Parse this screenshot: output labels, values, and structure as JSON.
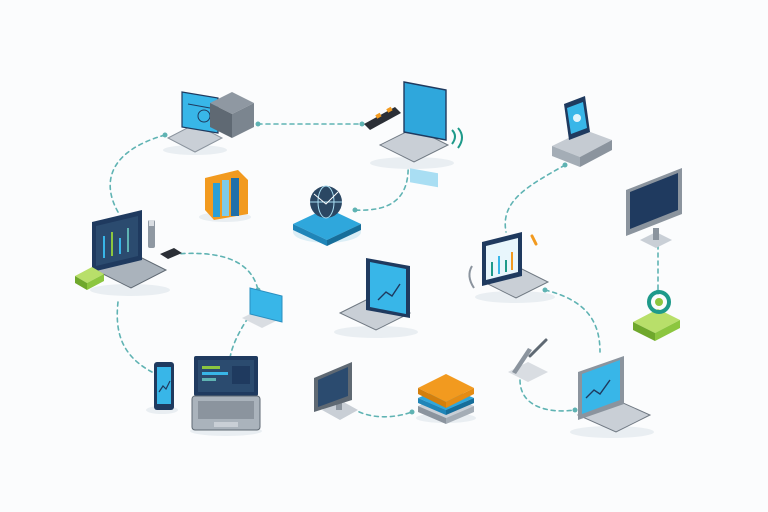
{
  "colors": {
    "background": "#fbfcfd",
    "connector": "#5fb3b3",
    "screen_cyan": "#38b6e8",
    "screen_dark": "#1f3a5f",
    "body_gray": "#9aa3ad",
    "body_dark": "#55606b",
    "body_light": "#d9dde2",
    "accent_orange": "#f29a1f",
    "accent_green": "#8cc63f",
    "accent_teal": "#1e9a8a",
    "globe_navy": "#2b4763"
  },
  "devices": [
    {
      "id": "laptop-top-left",
      "kind": "laptop",
      "icon": "laptop-icon"
    },
    {
      "id": "server-cube",
      "kind": "cube",
      "icon": "server-box-icon"
    },
    {
      "id": "laptop-top-center",
      "kind": "laptop",
      "icon": "laptop-icon"
    },
    {
      "id": "film-strip",
      "kind": "accessory",
      "icon": "film-strip-icon"
    },
    {
      "id": "tablet-stand-top-right",
      "kind": "tablet-stand",
      "icon": "tablet-stand-icon"
    },
    {
      "id": "folders",
      "kind": "folders",
      "icon": "folder-stack-icon"
    },
    {
      "id": "globe",
      "kind": "globe",
      "icon": "globe-icon"
    },
    {
      "id": "laptop-left",
      "kind": "laptop",
      "icon": "laptop-icon"
    },
    {
      "id": "router",
      "kind": "accessory",
      "icon": "router-icon"
    },
    {
      "id": "tablet-small",
      "kind": "tablet",
      "icon": "tablet-icon"
    },
    {
      "id": "laptop-center",
      "kind": "laptop",
      "icon": "laptop-icon"
    },
    {
      "id": "laptop-right-center",
      "kind": "laptop",
      "icon": "laptop-icon"
    },
    {
      "id": "monitor-right",
      "kind": "monitor",
      "icon": "monitor-icon"
    },
    {
      "id": "wifi-hub",
      "kind": "hub",
      "icon": "wifi-hub-icon"
    },
    {
      "id": "phone",
      "kind": "phone",
      "icon": "smartphone-icon"
    },
    {
      "id": "laptop-bottom-left",
      "kind": "laptop",
      "icon": "laptop-icon"
    },
    {
      "id": "monitor-bottom",
      "kind": "monitor",
      "icon": "monitor-icon"
    },
    {
      "id": "book-stack",
      "kind": "stack",
      "icon": "book-stack-icon"
    },
    {
      "id": "pen-stand",
      "kind": "stand",
      "icon": "stylus-stand-icon"
    },
    {
      "id": "laptop-bottom-right",
      "kind": "laptop",
      "icon": "laptop-icon"
    }
  ],
  "connections": [
    [
      "laptop-left",
      "laptop-top-left"
    ],
    [
      "laptop-top-left",
      "laptop-top-center"
    ],
    [
      "laptop-top-center",
      "globe"
    ],
    [
      "laptop-left",
      "tablet-small"
    ],
    [
      "laptop-left",
      "phone"
    ],
    [
      "tablet-small",
      "laptop-bottom-left"
    ],
    [
      "monitor-bottom",
      "book-stack"
    ],
    [
      "tablet-stand-top-right",
      "laptop-right-center"
    ],
    [
      "laptop-right-center",
      "laptop-bottom-right"
    ],
    [
      "monitor-right",
      "wifi-hub"
    ],
    [
      "pen-stand",
      "laptop-bottom-right"
    ]
  ]
}
